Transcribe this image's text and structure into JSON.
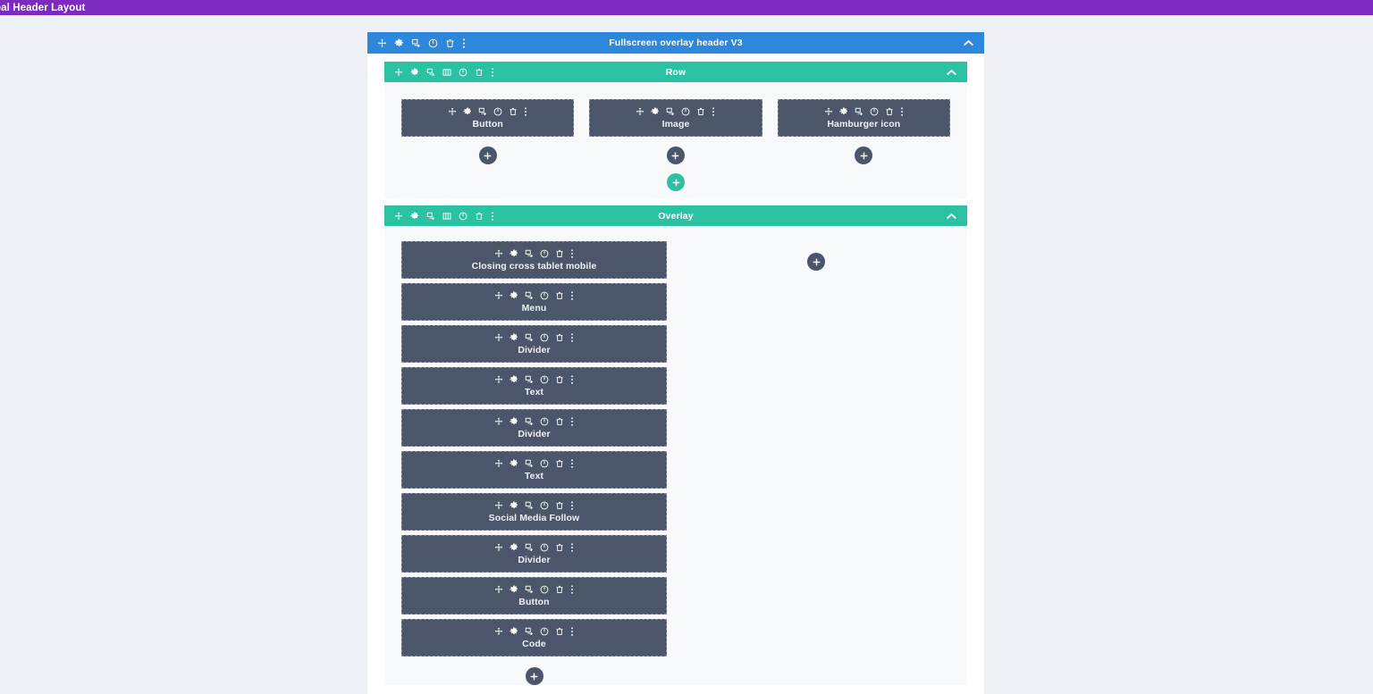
{
  "topbar": {
    "title": "bal Header Layout",
    "background": "#7c2ac0"
  },
  "colors": {
    "section": "#2d87da",
    "row": "#2bc2a4",
    "module": "#4c566a",
    "canvas": "#eef1f6",
    "panel": "#f7f9fb"
  },
  "section": {
    "title": "Fullscreen overlay header V3",
    "toolbar_icons": [
      "move-icon",
      "gear-icon",
      "duplicate-icon",
      "power-icon",
      "trash-icon",
      "more-options-icon"
    ],
    "collapse_icon": "chevron-up-icon"
  },
  "rows": [
    {
      "title": "Row",
      "toolbar_icons": [
        "move-icon",
        "gear-icon",
        "duplicate-icon",
        "columns-icon",
        "power-icon",
        "trash-icon",
        "more-options-icon"
      ],
      "collapse_icon": "chevron-up-icon",
      "columns": [
        {
          "modules": [
            {
              "label": "Button"
            }
          ],
          "add_label": "+"
        },
        {
          "modules": [
            {
              "label": "Image"
            }
          ],
          "add_label": "+"
        },
        {
          "modules": [
            {
              "label": "Hamburger icon"
            }
          ],
          "add_label": "+"
        }
      ],
      "row_add_label": "+"
    },
    {
      "title": "Overlay",
      "toolbar_icons": [
        "move-icon",
        "gear-icon",
        "duplicate-icon",
        "columns-icon",
        "power-icon",
        "trash-icon",
        "more-options-icon"
      ],
      "collapse_icon": "chevron-up-icon",
      "columns": [
        {
          "modules": [
            {
              "label": "Closing cross tablet mobile"
            },
            {
              "label": "Menu"
            },
            {
              "label": "Divider"
            },
            {
              "label": "Text"
            },
            {
              "label": "Divider"
            },
            {
              "label": "Text"
            },
            {
              "label": "Social Media Follow"
            },
            {
              "label": "Divider"
            },
            {
              "label": "Button"
            },
            {
              "label": "Code"
            }
          ],
          "add_label": "+"
        },
        {
          "modules": [],
          "add_label": "+"
        }
      ]
    }
  ],
  "module_toolbar_icons": [
    "move-icon",
    "gear-icon",
    "duplicate-icon",
    "power-icon",
    "trash-icon",
    "more-options-icon"
  ]
}
